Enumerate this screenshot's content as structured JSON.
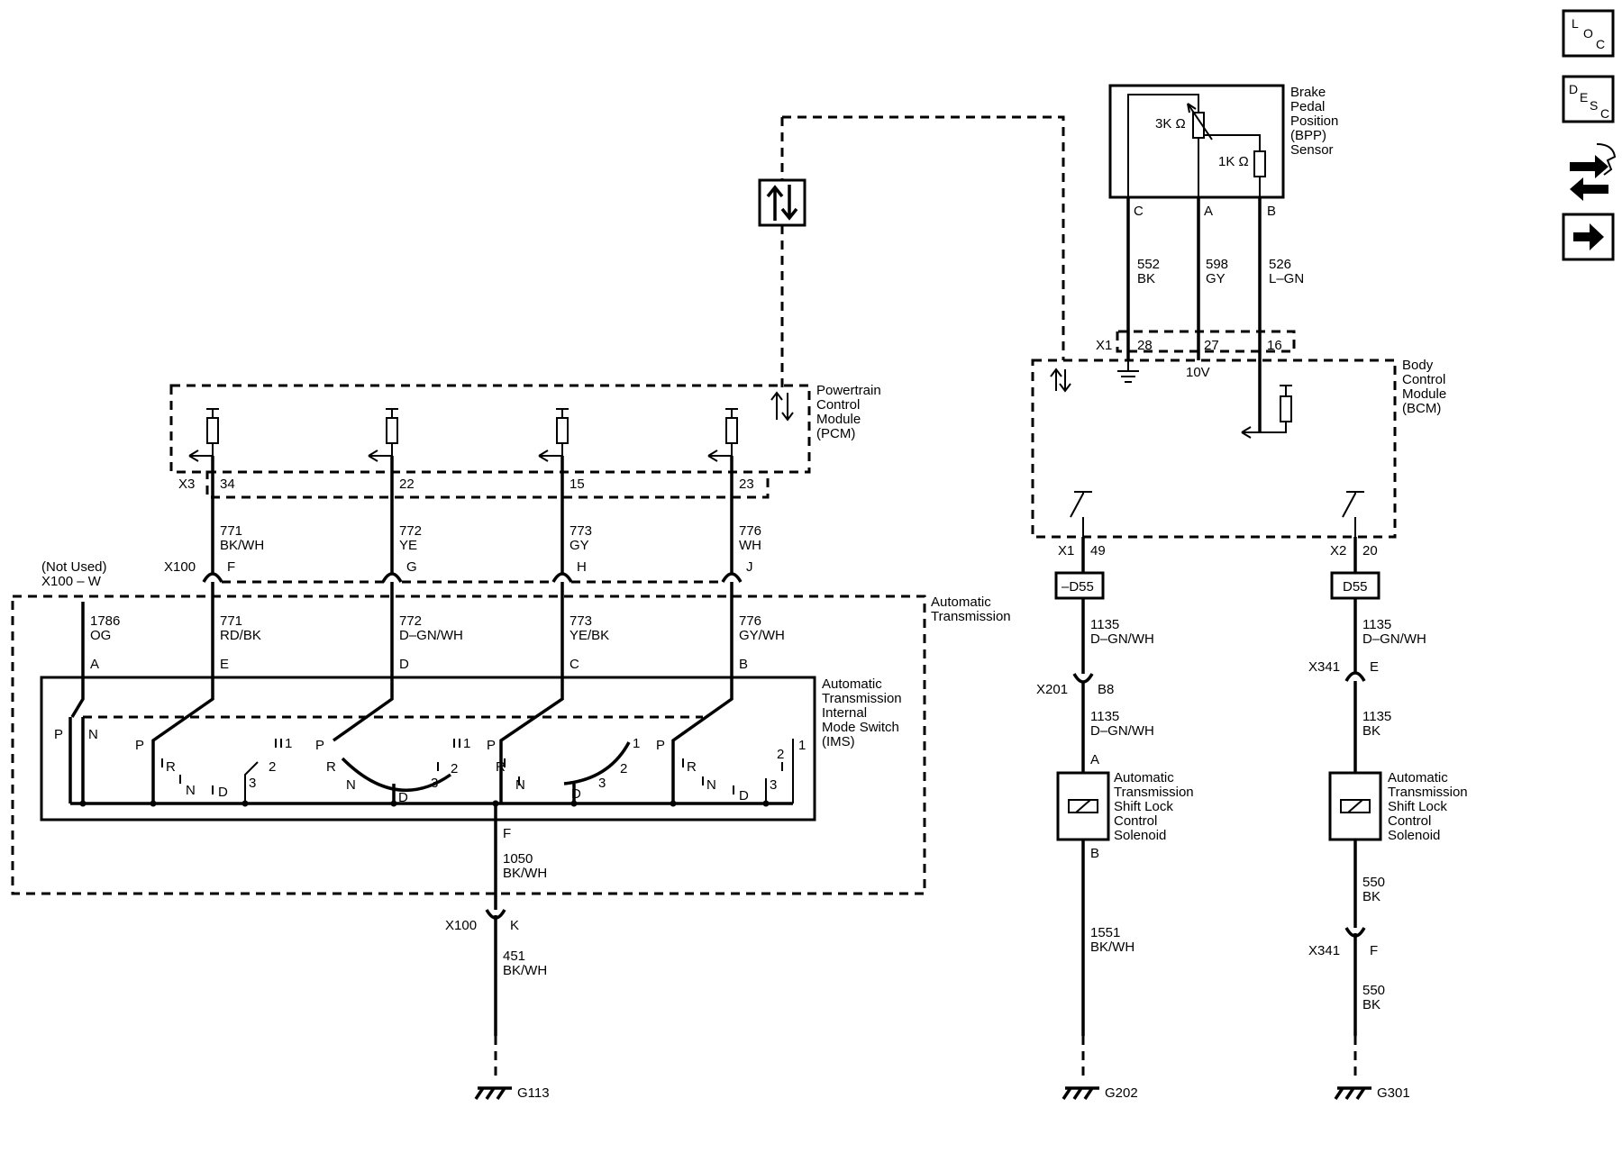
{
  "nav": {
    "loc": {
      "l": "L",
      "o": "O",
      "c": "C"
    },
    "desc": {
      "d": "D",
      "e": "E",
      "s": "S",
      "c": "C"
    }
  },
  "modules": {
    "pcm": [
      "Powertrain",
      "Control",
      "Module",
      "(PCM)"
    ],
    "bcm": [
      "Body",
      "Control",
      "Module",
      "(BCM)"
    ],
    "bpp": [
      "Brake",
      "Pedal",
      "Position",
      "(BPP)",
      "Sensor"
    ],
    "auto_trans": [
      "Automatic",
      "Transmission"
    ],
    "ims": [
      "Automatic",
      "Transmission",
      "Internal",
      "Mode Switch",
      "(IMS)"
    ],
    "solenoid": [
      "Automatic",
      "Transmission",
      "Shift Lock",
      "Control",
      "Solenoid"
    ]
  },
  "bpp_sensor": {
    "r3k": "3K Ω",
    "r1k": "1K Ω",
    "pin_c": "C",
    "pin_a": "A",
    "pin_b": "B",
    "wire_c": {
      "num": "552",
      "color": "BK"
    },
    "wire_a": {
      "num": "598",
      "color": "GY"
    },
    "wire_b": {
      "num": "526",
      "color": "L–GN"
    }
  },
  "bcm_conn": {
    "x1": "X1",
    "p28": "28",
    "p27": "27",
    "p16": "16",
    "v10": "10V",
    "x1b": "X1",
    "p49": "49",
    "x2": "X2",
    "p20": "20"
  },
  "pcm_conn": {
    "x3": "X3",
    "pins": [
      "34",
      "22",
      "15",
      "23"
    ]
  },
  "upper_wires": [
    {
      "num": "771",
      "color": "BK/WH"
    },
    {
      "num": "772",
      "color": "YE"
    },
    {
      "num": "773",
      "color": "GY"
    },
    {
      "num": "776",
      "color": "WH"
    }
  ],
  "x100": {
    "label": "X100",
    "pins": [
      "F",
      "G",
      "H",
      "J"
    ],
    "k": "K"
  },
  "not_used": [
    "(Not Used)",
    "X100 – W"
  ],
  "lower_wires": [
    {
      "num": "1786",
      "color": "OG"
    },
    {
      "num": "771",
      "color": "RD/BK"
    },
    {
      "num": "772",
      "color": "D–GN/WH"
    },
    {
      "num": "773",
      "color": "YE/BK"
    },
    {
      "num": "776",
      "color": "GY/WH"
    }
  ],
  "ims_pins": [
    "A",
    "E",
    "D",
    "C",
    "B"
  ],
  "ims_switch": {
    "p": "P",
    "n": "N",
    "r": "R",
    "d": "D",
    "1": "1",
    "2": "2",
    "3": "3"
  },
  "ims_ground": {
    "pin": "F",
    "wire1": {
      "num": "1050",
      "color": "BK/WH"
    },
    "wire2": {
      "num": "451",
      "color": "BK/WH"
    },
    "ground": "G113"
  },
  "left_solenoid_circuit": {
    "fuse": "–D55",
    "w1": {
      "num": "1135",
      "color": "D–GN/WH"
    },
    "x201": "X201",
    "b8": "B8",
    "w2": {
      "num": "1135",
      "color": "D–GN/WH"
    },
    "pin_a": "A",
    "pin_b": "B",
    "w3": {
      "num": "1551",
      "color": "BK/WH"
    },
    "ground": "G202"
  },
  "right_solenoid_circuit": {
    "fuse": "D55",
    "w1": {
      "num": "1135",
      "color": "D–GN/WH"
    },
    "x341": "X341",
    "e": "E",
    "w2": {
      "num": "1135",
      "color": "BK"
    },
    "w3": {
      "num": "550",
      "color": "BK"
    },
    "x341b": "X341",
    "f": "F",
    "w4": {
      "num": "550",
      "color": "BK"
    },
    "ground": "G301"
  }
}
